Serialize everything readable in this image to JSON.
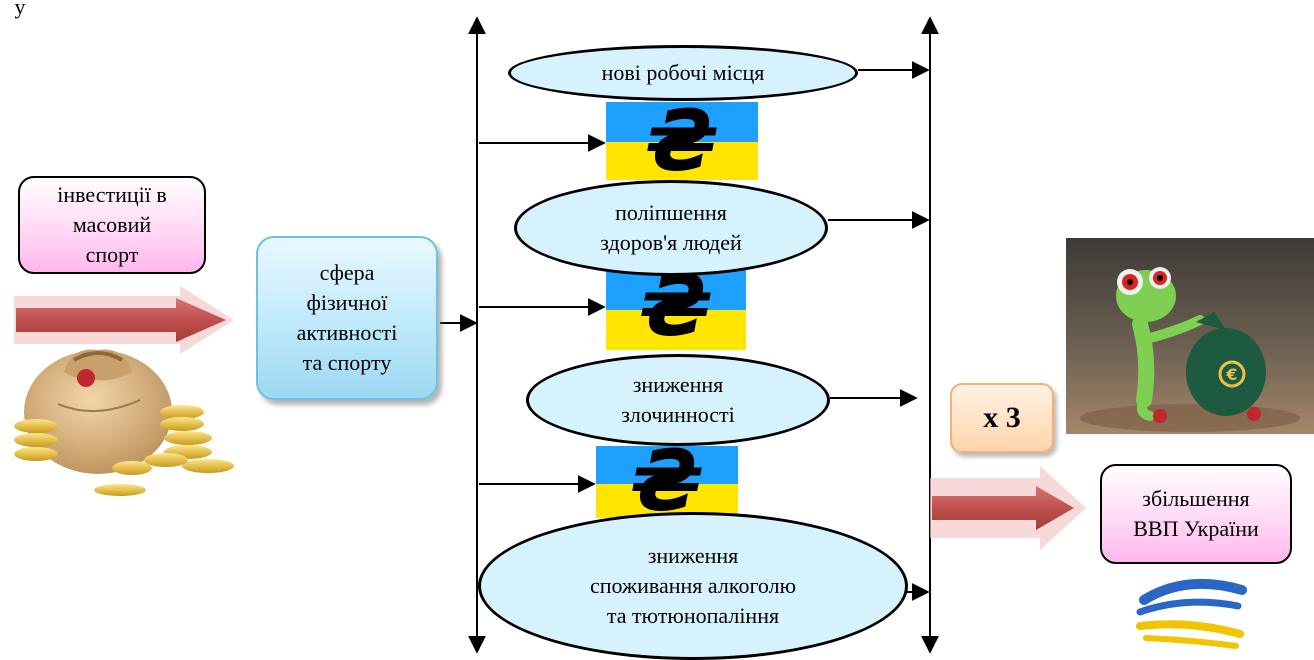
{
  "top_left_text": "у",
  "investments_box": {
    "lines": [
      "інвестиції в",
      "масовий",
      "спорт"
    ]
  },
  "sphere_box": {
    "lines": [
      "сфера",
      "фізичної",
      "активності",
      "та спорту"
    ]
  },
  "effects": [
    {
      "lines": [
        "нові робочі місця"
      ]
    },
    {
      "lines": [
        "поліпшення",
        "здоров'я людей"
      ]
    },
    {
      "lines": [
        "зниження",
        "злочинності"
      ]
    },
    {
      "lines": [
        "зниження",
        "споживання алкоголю",
        "та тютюнопаління"
      ]
    }
  ],
  "multiplier_label": "x 3",
  "result_box": {
    "lines": [
      "збільшення",
      "ВВП України"
    ]
  },
  "currency_symbol": "₴",
  "colors": {
    "flag_blue": "#1ea0ff",
    "flag_yellow": "#ffe500",
    "arrow_red": "#c0504d",
    "ellipse_fill": "#d6f3fd"
  },
  "icons": [
    "money-bag-icon",
    "frog-with-euro-bag-icon",
    "hryvnia-logo-icon"
  ]
}
